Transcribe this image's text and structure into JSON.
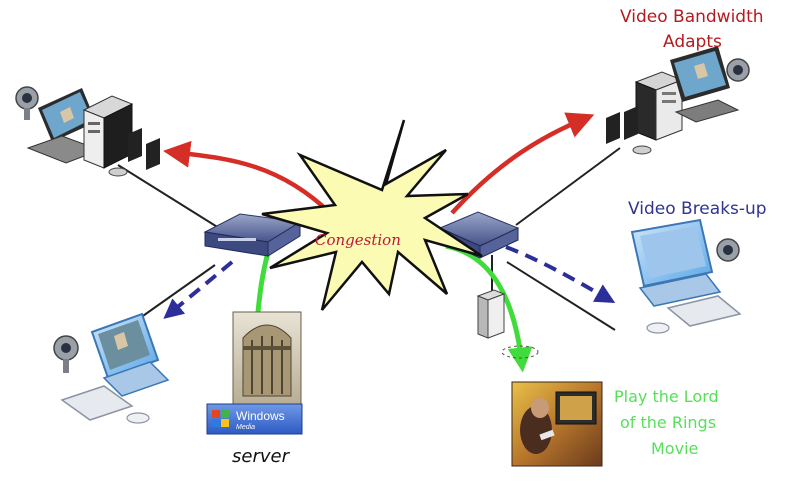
{
  "labels": {
    "bandwidth_line1": "Video Bandwidth",
    "bandwidth_line2": "Adapts",
    "breaks_up": "Video Breaks-up",
    "congestion": "Congestion",
    "server": "server",
    "movie_line1": "Play the Lord",
    "movie_line2": "of the Rings",
    "movie_line3": "Movie",
    "windows_media_line1": "Windows",
    "windows_media_line2": "Media"
  },
  "colors": {
    "red_label": "#b51a1f",
    "blue_label": "#2f3590",
    "green_label": "#57e05a",
    "congestion_text": "#c2173a",
    "starburst_fill": "#fbfbb4",
    "red_arrow": "#d42e26",
    "green_link": "#3fdc3c",
    "dashed_arrow": "#2c2f9a"
  },
  "icons": [
    "desktop-computer-icon",
    "webcam-icon",
    "network-switch-icon",
    "server-icon",
    "windows-media-logo-icon",
    "modem-icon",
    "movie-thumbnail-icon",
    "congestion-starburst-icon"
  ]
}
